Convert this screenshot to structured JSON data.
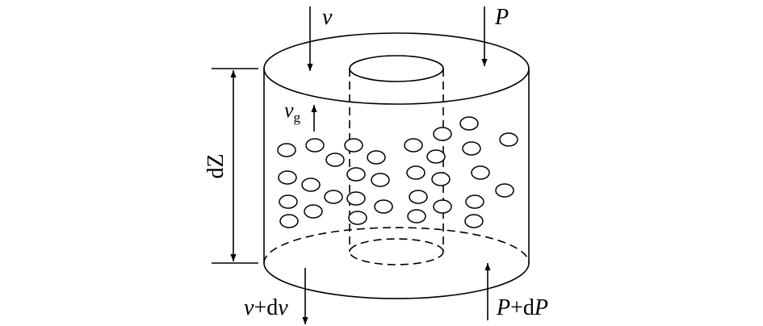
{
  "labels": {
    "v_top": "v",
    "p_top": "P",
    "vg_main": "v",
    "vg_sub": "g",
    "dz": "dZ",
    "v_bottom_v": "v",
    "v_bottom_plus": "+d",
    "v_bottom_v2": "v",
    "p_bottom_p": "P",
    "p_bottom_plus": "+d",
    "p_bottom_p2": "P"
  },
  "colors": {
    "stroke": "#000000",
    "background": "#ffffff"
  }
}
